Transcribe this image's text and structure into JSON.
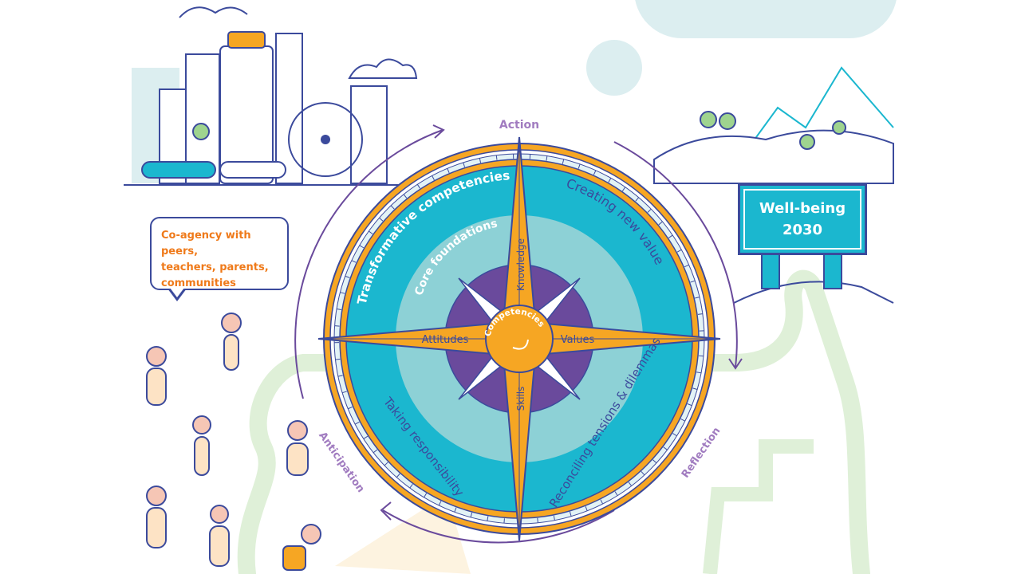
{
  "phases": {
    "action": "Action",
    "reflection": "Reflection",
    "anticipation": "Anticipation"
  },
  "rings": {
    "outer": "Transformative competencies",
    "middle": "Core foundations",
    "center": "Competencies"
  },
  "transformative": {
    "creating": "Creating new value",
    "reconciling": "Reconciling tensions & dilemmas",
    "taking": "Taking responsibility"
  },
  "compass_points": {
    "north": "Knowledge",
    "east": "Values",
    "south": "Skills",
    "west": "Attitudes"
  },
  "speech_bubble": {
    "line1": "Co-agency with peers,",
    "line2": "teachers, parents,",
    "line3": "communities"
  },
  "signpost": {
    "line1": "Well-being",
    "line2": "2030"
  },
  "colors": {
    "orange": "#f6a623",
    "cyan": "#1bb7cf",
    "light_teal": "#8dd1d6",
    "purple": "#6a4a9c",
    "lilac": "#a17cc0",
    "navy": "#3b4a9c",
    "label_orange": "#ef7a1a",
    "path_green": "#dff0d8"
  }
}
